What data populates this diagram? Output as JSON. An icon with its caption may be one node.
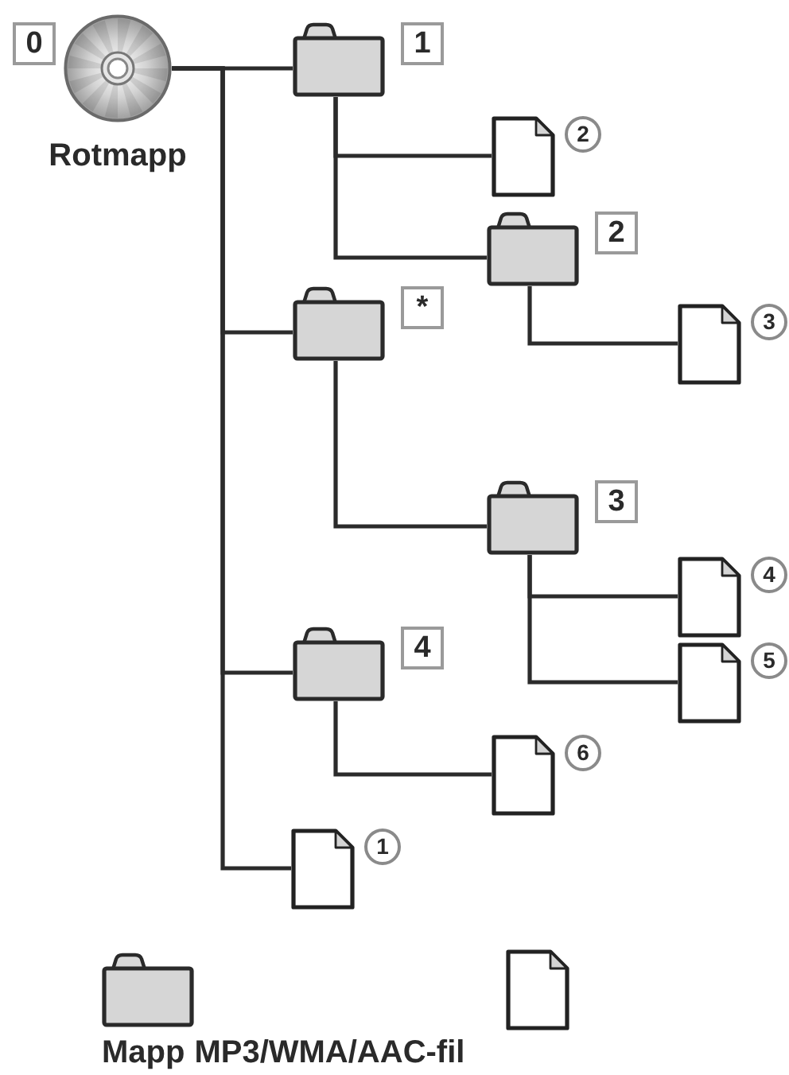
{
  "diagram": {
    "nodes": [
      {
        "text": [],
        "shape": "disc",
        "beside": [
          "0",
          "Rotmapp"
        ]
      },
      {
        "text": [],
        "shape": "folder",
        "beside": [
          "1"
        ]
      },
      {
        "text": [],
        "shape": "file",
        "beside": [
          "2"
        ]
      },
      {
        "text": [],
        "shape": "folder",
        "beside": [
          "2"
        ]
      },
      {
        "text": [],
        "shape": "file",
        "beside": [
          "3"
        ]
      },
      {
        "text": [],
        "shape": "folder",
        "beside": [
          "*"
        ]
      },
      {
        "text": [],
        "shape": "folder",
        "beside": [
          "3"
        ]
      },
      {
        "text": [],
        "shape": "file",
        "beside": [
          "4"
        ]
      },
      {
        "text": [],
        "shape": "file",
        "beside": [
          "5"
        ]
      },
      {
        "text": [],
        "shape": "folder",
        "beside": [
          "4"
        ]
      },
      {
        "text": [],
        "shape": "file",
        "beside": [
          "6"
        ]
      },
      {
        "text": [],
        "shape": "file",
        "beside": [
          "1"
        ]
      }
    ],
    "edges": [
      {
        "from": 0,
        "to": 1,
        "arrow": "none"
      },
      {
        "from": 0,
        "to": 5,
        "arrow": "none"
      },
      {
        "from": 0,
        "to": 9,
        "arrow": "none"
      },
      {
        "from": 0,
        "to": 11,
        "arrow": "none"
      },
      {
        "from": 1,
        "to": 2,
        "arrow": "none"
      },
      {
        "from": 1,
        "to": 3,
        "arrow": "none"
      },
      {
        "from": 3,
        "to": 4,
        "arrow": "none"
      },
      {
        "from": 5,
        "to": 6,
        "arrow": "none"
      },
      {
        "from": 6,
        "to": 7,
        "arrow": "none"
      },
      {
        "from": 6,
        "to": 8,
        "arrow": "none"
      },
      {
        "from": 9,
        "to": 10,
        "arrow": "none"
      }
    ],
    "legend": [
      {
        "text": "Mapp"
      },
      {
        "text": "MP3/WMA/AAC-fil"
      }
    ]
  }
}
